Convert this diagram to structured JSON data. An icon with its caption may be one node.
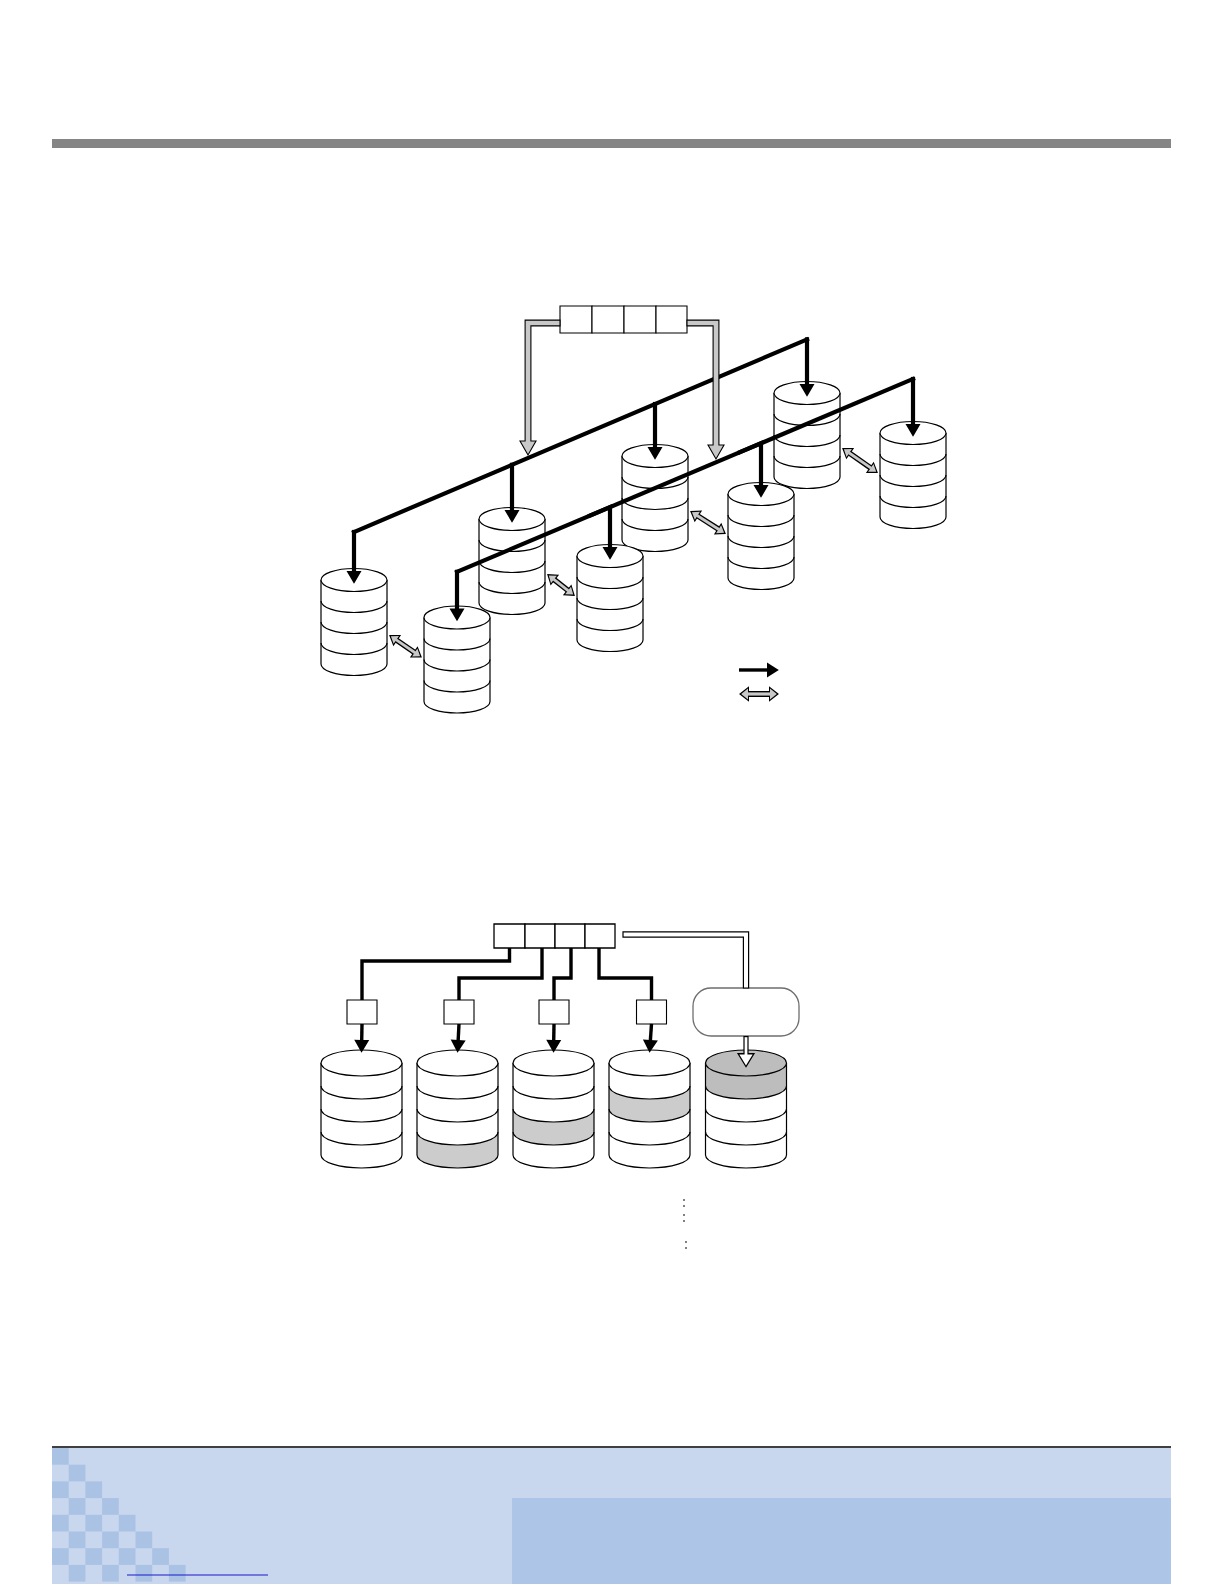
{
  "diagram": {
    "nodes": [
      {
        "text": [],
        "shape": "box"
      },
      {
        "text": [],
        "shape": "box"
      },
      {
        "text": [],
        "shape": "box"
      },
      {
        "text": [],
        "shape": "box"
      },
      {
        "text": [],
        "shape": "cylinder"
      },
      {
        "text": [],
        "shape": "cylinder"
      },
      {
        "text": [],
        "shape": "cylinder"
      },
      {
        "text": [],
        "shape": "cylinder"
      },
      {
        "text": [],
        "shape": "cylinder"
      },
      {
        "text": [],
        "shape": "cylinder"
      },
      {
        "text": [],
        "shape": "cylinder"
      },
      {
        "text": [],
        "shape": "cylinder"
      },
      {
        "text": [],
        "shape": "box"
      },
      {
        "text": [],
        "shape": "box"
      },
      {
        "text": [],
        "shape": "box"
      },
      {
        "text": [],
        "shape": "box"
      },
      {
        "text": [],
        "shape": "box"
      },
      {
        "text": [],
        "shape": "box"
      },
      {
        "text": [],
        "shape": "box"
      },
      {
        "text": [],
        "shape": "box"
      },
      {
        "text": [],
        "shape": "box"
      },
      {
        "text": [],
        "shape": "cylinder"
      },
      {
        "text": [],
        "shape": "cylinder"
      },
      {
        "text": [],
        "shape": "cylinder"
      },
      {
        "text": [],
        "shape": "cylinder"
      },
      {
        "text": [],
        "shape": "cylinder"
      }
    ],
    "edges": [
      {
        "from": 0,
        "to": null,
        "arrow": "to",
        "color": "#c8c8c8"
      },
      {
        "from": 3,
        "to": null,
        "arrow": "to",
        "color": "#c8c8c8"
      },
      {
        "from": null,
        "to": 4,
        "arrow": "to"
      },
      {
        "from": null,
        "to": 6,
        "arrow": "to"
      },
      {
        "from": null,
        "to": 8,
        "arrow": "to"
      },
      {
        "from": null,
        "to": 10,
        "arrow": "to"
      },
      {
        "from": null,
        "to": 5,
        "arrow": "to"
      },
      {
        "from": null,
        "to": 7,
        "arrow": "to"
      },
      {
        "from": null,
        "to": 9,
        "arrow": "to"
      },
      {
        "from": null,
        "to": 11,
        "arrow": "to"
      },
      {
        "from": 4,
        "to": 5,
        "arrow": "both",
        "color": "#c8c8c8"
      },
      {
        "from": 6,
        "to": 7,
        "arrow": "both",
        "color": "#c8c8c8"
      },
      {
        "from": 8,
        "to": 9,
        "arrow": "both",
        "color": "#c8c8c8"
      },
      {
        "from": 10,
        "to": 11,
        "arrow": "both",
        "color": "#c8c8c8"
      },
      {
        "from": 12,
        "to": 16,
        "arrow": "none"
      },
      {
        "from": 13,
        "to": 17,
        "arrow": "none"
      },
      {
        "from": 14,
        "to": 18,
        "arrow": "none"
      },
      {
        "from": 15,
        "to": 19,
        "arrow": "none"
      },
      {
        "from": 16,
        "to": 21,
        "arrow": "to"
      },
      {
        "from": 17,
        "to": 22,
        "arrow": "to"
      },
      {
        "from": 18,
        "to": 23,
        "arrow": "to"
      },
      {
        "from": 19,
        "to": 24,
        "arrow": "to"
      },
      {
        "from": 15,
        "to": 20,
        "arrow": "none",
        "color": "#ffffff"
      },
      {
        "from": 20,
        "to": 25,
        "arrow": "to",
        "color": "#ffffff"
      }
    ],
    "labels": [
      ":",
      ":",
      ":"
    ]
  }
}
